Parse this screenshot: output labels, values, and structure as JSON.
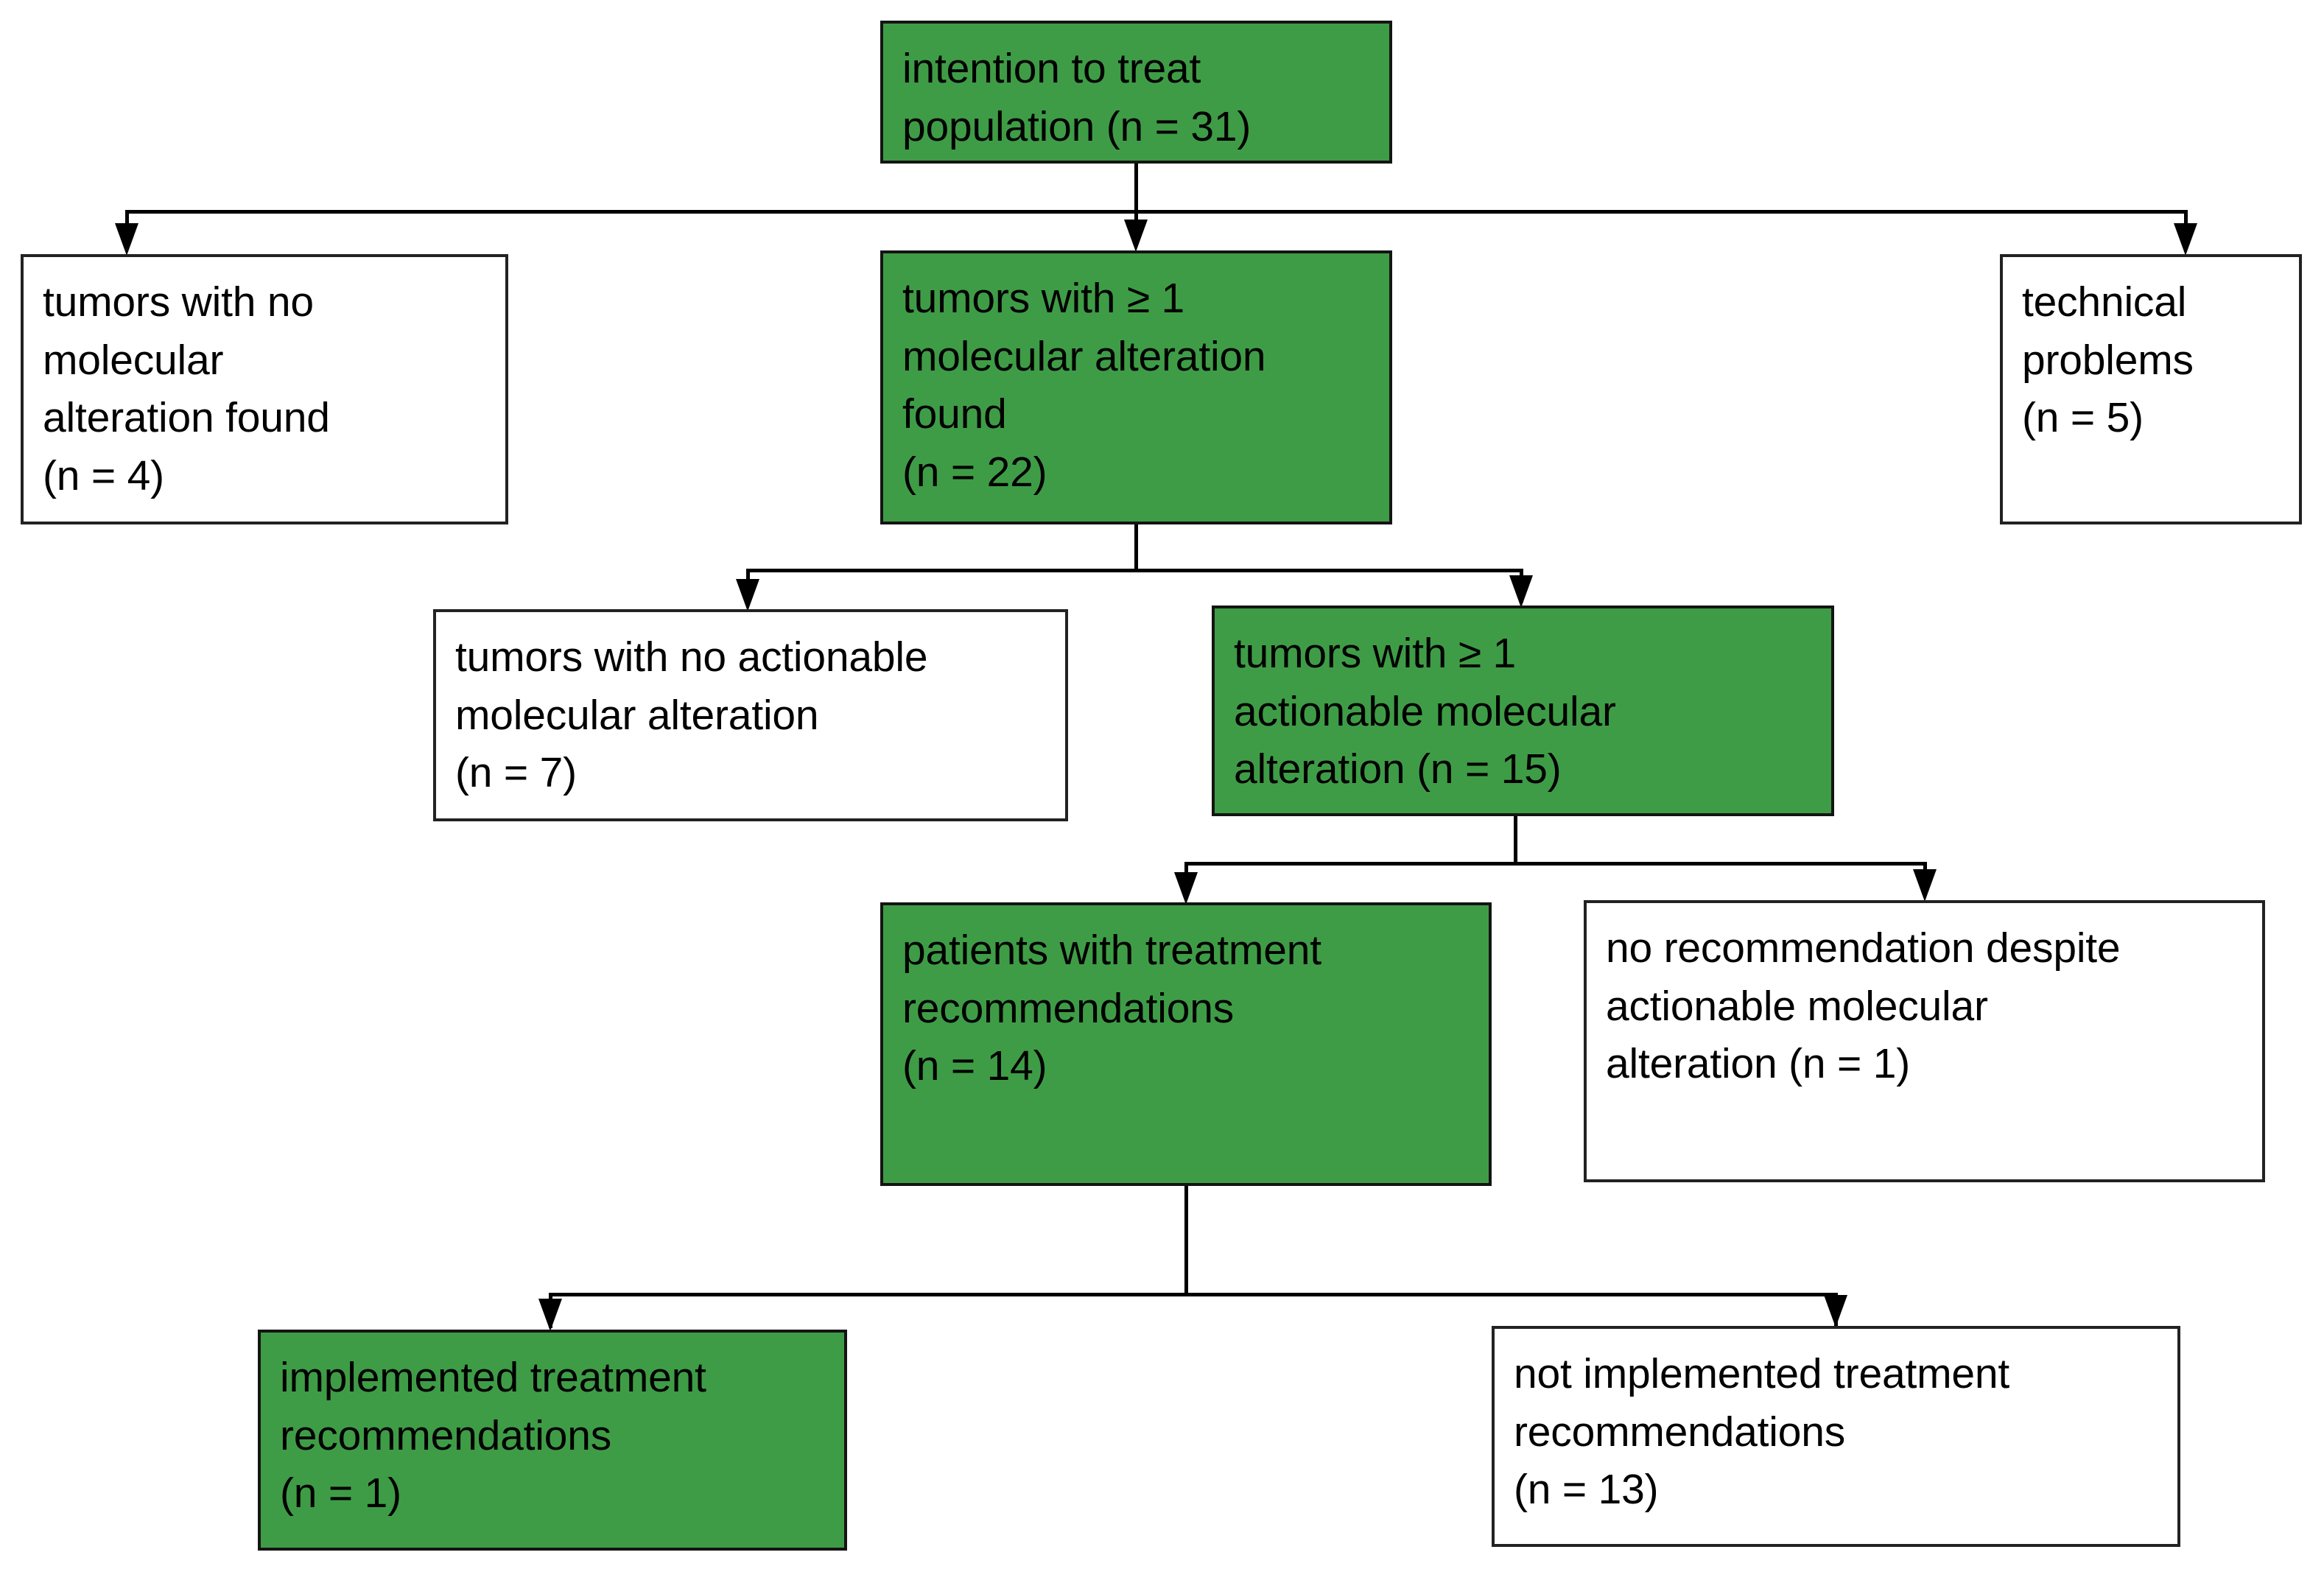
{
  "diagram": {
    "title": "CONSORT-style patient flow diagram",
    "colors": {
      "green_fill": "#3f9c46",
      "white_fill": "#ffffff",
      "border": "#1a1a1a",
      "connector": "#000000",
      "text": "#000000"
    },
    "nodes": [
      {
        "id": "intention-to-treat",
        "label": "intention to treat\npopulation (n =  31)",
        "fill": "green",
        "n": 31
      },
      {
        "id": "no-molecular-alteration",
        "label": "tumors with no\nmolecular\nalteration found\n(n = 4)",
        "fill": "white",
        "n": 4
      },
      {
        "id": "with-molecular-alteration",
        "label": "tumors with ≥ 1\nmolecular alteration\nfound\n(n = 22)",
        "fill": "green",
        "n": 22
      },
      {
        "id": "technical-problems",
        "label": "technical\nproblems\n(n = 5)",
        "fill": "white",
        "n": 5
      },
      {
        "id": "no-actionable-alteration",
        "label": "tumors with no actionable\nmolecular alteration\n(n = 7)",
        "fill": "white",
        "n": 7
      },
      {
        "id": "actionable-alteration",
        "label": "tumors with ≥ 1\nactionable molecular\nalteration (n = 15)",
        "fill": "green",
        "n": 15
      },
      {
        "id": "with-recommendations",
        "label": "patients with treatment\nrecommendations\n(n = 14)",
        "fill": "green",
        "n": 14
      },
      {
        "id": "no-recommendation",
        "label": "no recommendation despite\nactionable molecular\nalteration (n = 1)",
        "fill": "white",
        "n": 1
      },
      {
        "id": "implemented",
        "label": "implemented treatment\nrecommendations\n(n = 1)",
        "fill": "green",
        "n": 1
      },
      {
        "id": "not-implemented",
        "label": "not implemented treatment\nrecommendations\n(n = 13)",
        "fill": "white",
        "n": 13
      }
    ],
    "edges": [
      {
        "from": "intention-to-treat",
        "to": "no-molecular-alteration"
      },
      {
        "from": "intention-to-treat",
        "to": "with-molecular-alteration"
      },
      {
        "from": "intention-to-treat",
        "to": "technical-problems"
      },
      {
        "from": "with-molecular-alteration",
        "to": "no-actionable-alteration"
      },
      {
        "from": "with-molecular-alteration",
        "to": "actionable-alteration"
      },
      {
        "from": "actionable-alteration",
        "to": "with-recommendations"
      },
      {
        "from": "actionable-alteration",
        "to": "no-recommendation"
      },
      {
        "from": "with-recommendations",
        "to": "implemented"
      },
      {
        "from": "with-recommendations",
        "to": "not-implemented"
      }
    ]
  }
}
